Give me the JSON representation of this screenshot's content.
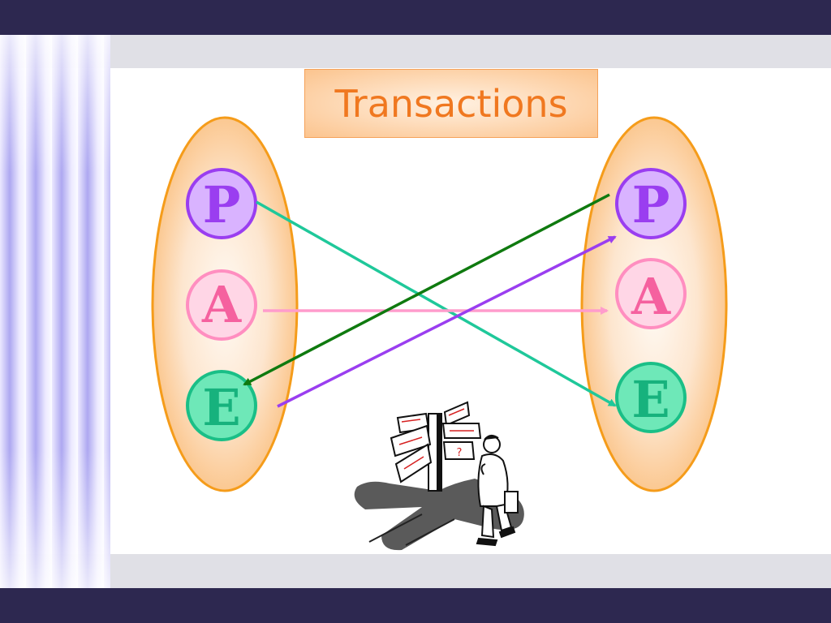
{
  "slide": {
    "title": "Transactions"
  },
  "diagram": {
    "left_group": {
      "nodes": [
        {
          "id": "P",
          "label": "P",
          "fill": "#d9b3ff",
          "stroke": "#9a3ef0",
          "text": "#9a3ef0"
        },
        {
          "id": "A",
          "label": "A",
          "fill": "#ffd6e6",
          "stroke": "#ff8ec0",
          "text": "#f5619f"
        },
        {
          "id": "E",
          "label": "E",
          "fill": "#6ee8b8",
          "stroke": "#1abf87",
          "text": "#17b27d"
        }
      ]
    },
    "right_group": {
      "nodes": [
        {
          "id": "P",
          "label": "P",
          "fill": "#d9b3ff",
          "stroke": "#9a3ef0",
          "text": "#9a3ef0"
        },
        {
          "id": "A",
          "label": "A",
          "fill": "#ffd6e6",
          "stroke": "#ff8ec0",
          "text": "#f5619f"
        },
        {
          "id": "E",
          "label": "E",
          "fill": "#6ee8b8",
          "stroke": "#1abf87",
          "text": "#17b27d"
        }
      ]
    },
    "arrows": [
      {
        "from": "left-P",
        "to": "right-E",
        "color": "#1fc89a"
      },
      {
        "from": "left-A",
        "to": "right-A",
        "color": "#ff9ccc"
      },
      {
        "from": "right-P",
        "to": "left-E",
        "color": "#0f7a0f"
      },
      {
        "from": "left-E",
        "to": "right-P",
        "color": "#9a3ef0"
      }
    ],
    "colors": {
      "group_stroke": "#f59c1a",
      "title_text": "#f07820",
      "frame_dark": "#2d2850"
    },
    "clipart": "person-at-signpost"
  }
}
